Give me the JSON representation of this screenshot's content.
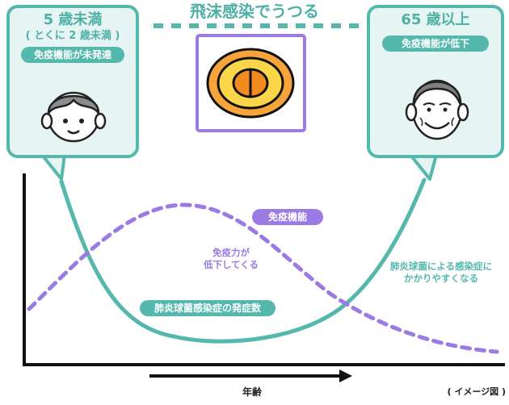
{
  "title": "飛沫感染でうつる",
  "left_box": {
    "heading": "5 歳未満",
    "subheading": "( とくに 2 歳未満 )",
    "badge": "免疫機能が未発達"
  },
  "right_box": {
    "heading": "65 歳以上",
    "badge": "免疫機能が低下"
  },
  "curve_labels": {
    "immunity": "免疫機能",
    "immunity_decline_line1": "免疫力が",
    "immunity_decline_line2": "低下してくる",
    "pneumonia_incidence": "肺炎球菌感染症の発症数",
    "susceptibility_line1": "肺炎球菌による感染症に",
    "susceptibility_line2": "かかりやすくなる"
  },
  "axis": {
    "x_label": "年齢"
  },
  "note": "( イメージ図 )",
  "colors": {
    "teal": "#54b8ad",
    "purple": "#9b7be3",
    "bacterium_outer": "#f7a43a",
    "bacterium_mid": "#fbd54a",
    "bacterium_core": "#f28c1e"
  },
  "icons": [
    "child-face-icon",
    "elderly-face-icon",
    "bacterium-icon"
  ]
}
